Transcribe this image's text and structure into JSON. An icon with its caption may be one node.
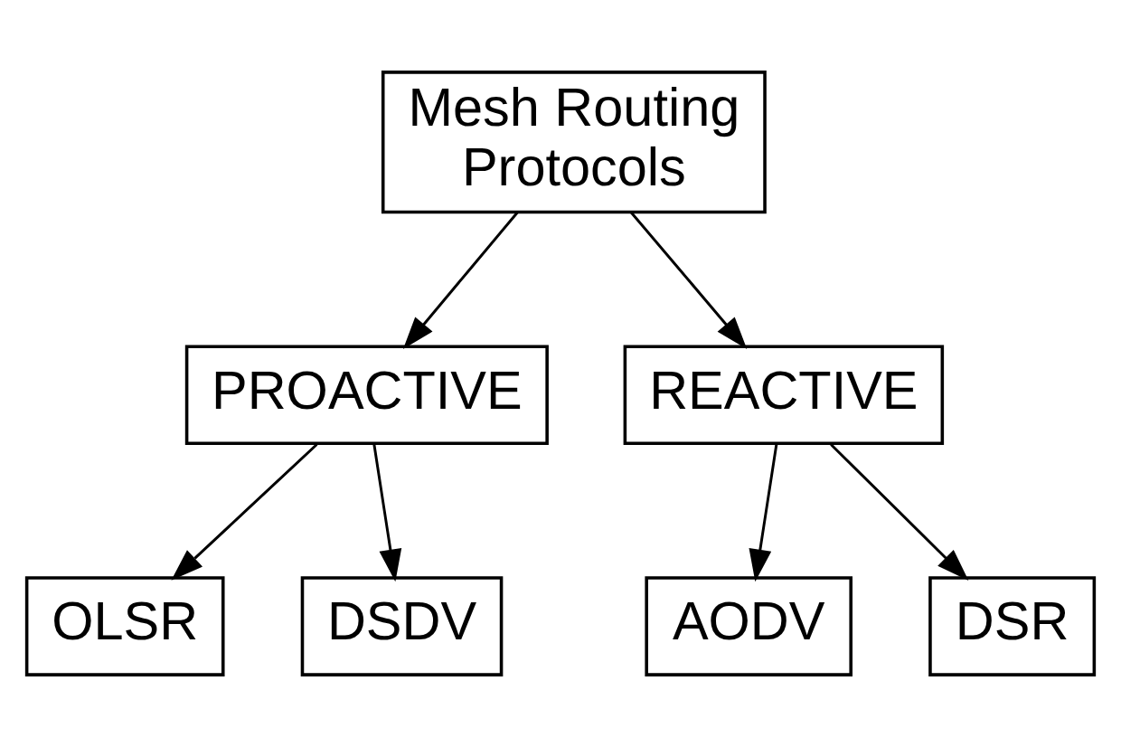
{
  "diagram": {
    "nodes": [
      {
        "text": [
          "Mesh Routing Protocols"
        ]
      },
      {
        "text": [
          "PROACTIVE"
        ]
      },
      {
        "text": [
          "REACTIVE"
        ]
      },
      {
        "text": [
          "OLSR"
        ]
      },
      {
        "text": [
          "DSDV"
        ]
      },
      {
        "text": [
          "AODV"
        ]
      },
      {
        "text": [
          "DSR"
        ]
      }
    ],
    "edges": [
      {
        "from": 0,
        "to": 1,
        "arrow": "to"
      },
      {
        "from": 0,
        "to": 2,
        "arrow": "to"
      },
      {
        "from": 1,
        "to": 3,
        "arrow": "to"
      },
      {
        "from": 1,
        "to": 4,
        "arrow": "to"
      },
      {
        "from": 2,
        "to": 5,
        "arrow": "to"
      },
      {
        "from": 2,
        "to": 6,
        "arrow": "to"
      }
    ]
  }
}
